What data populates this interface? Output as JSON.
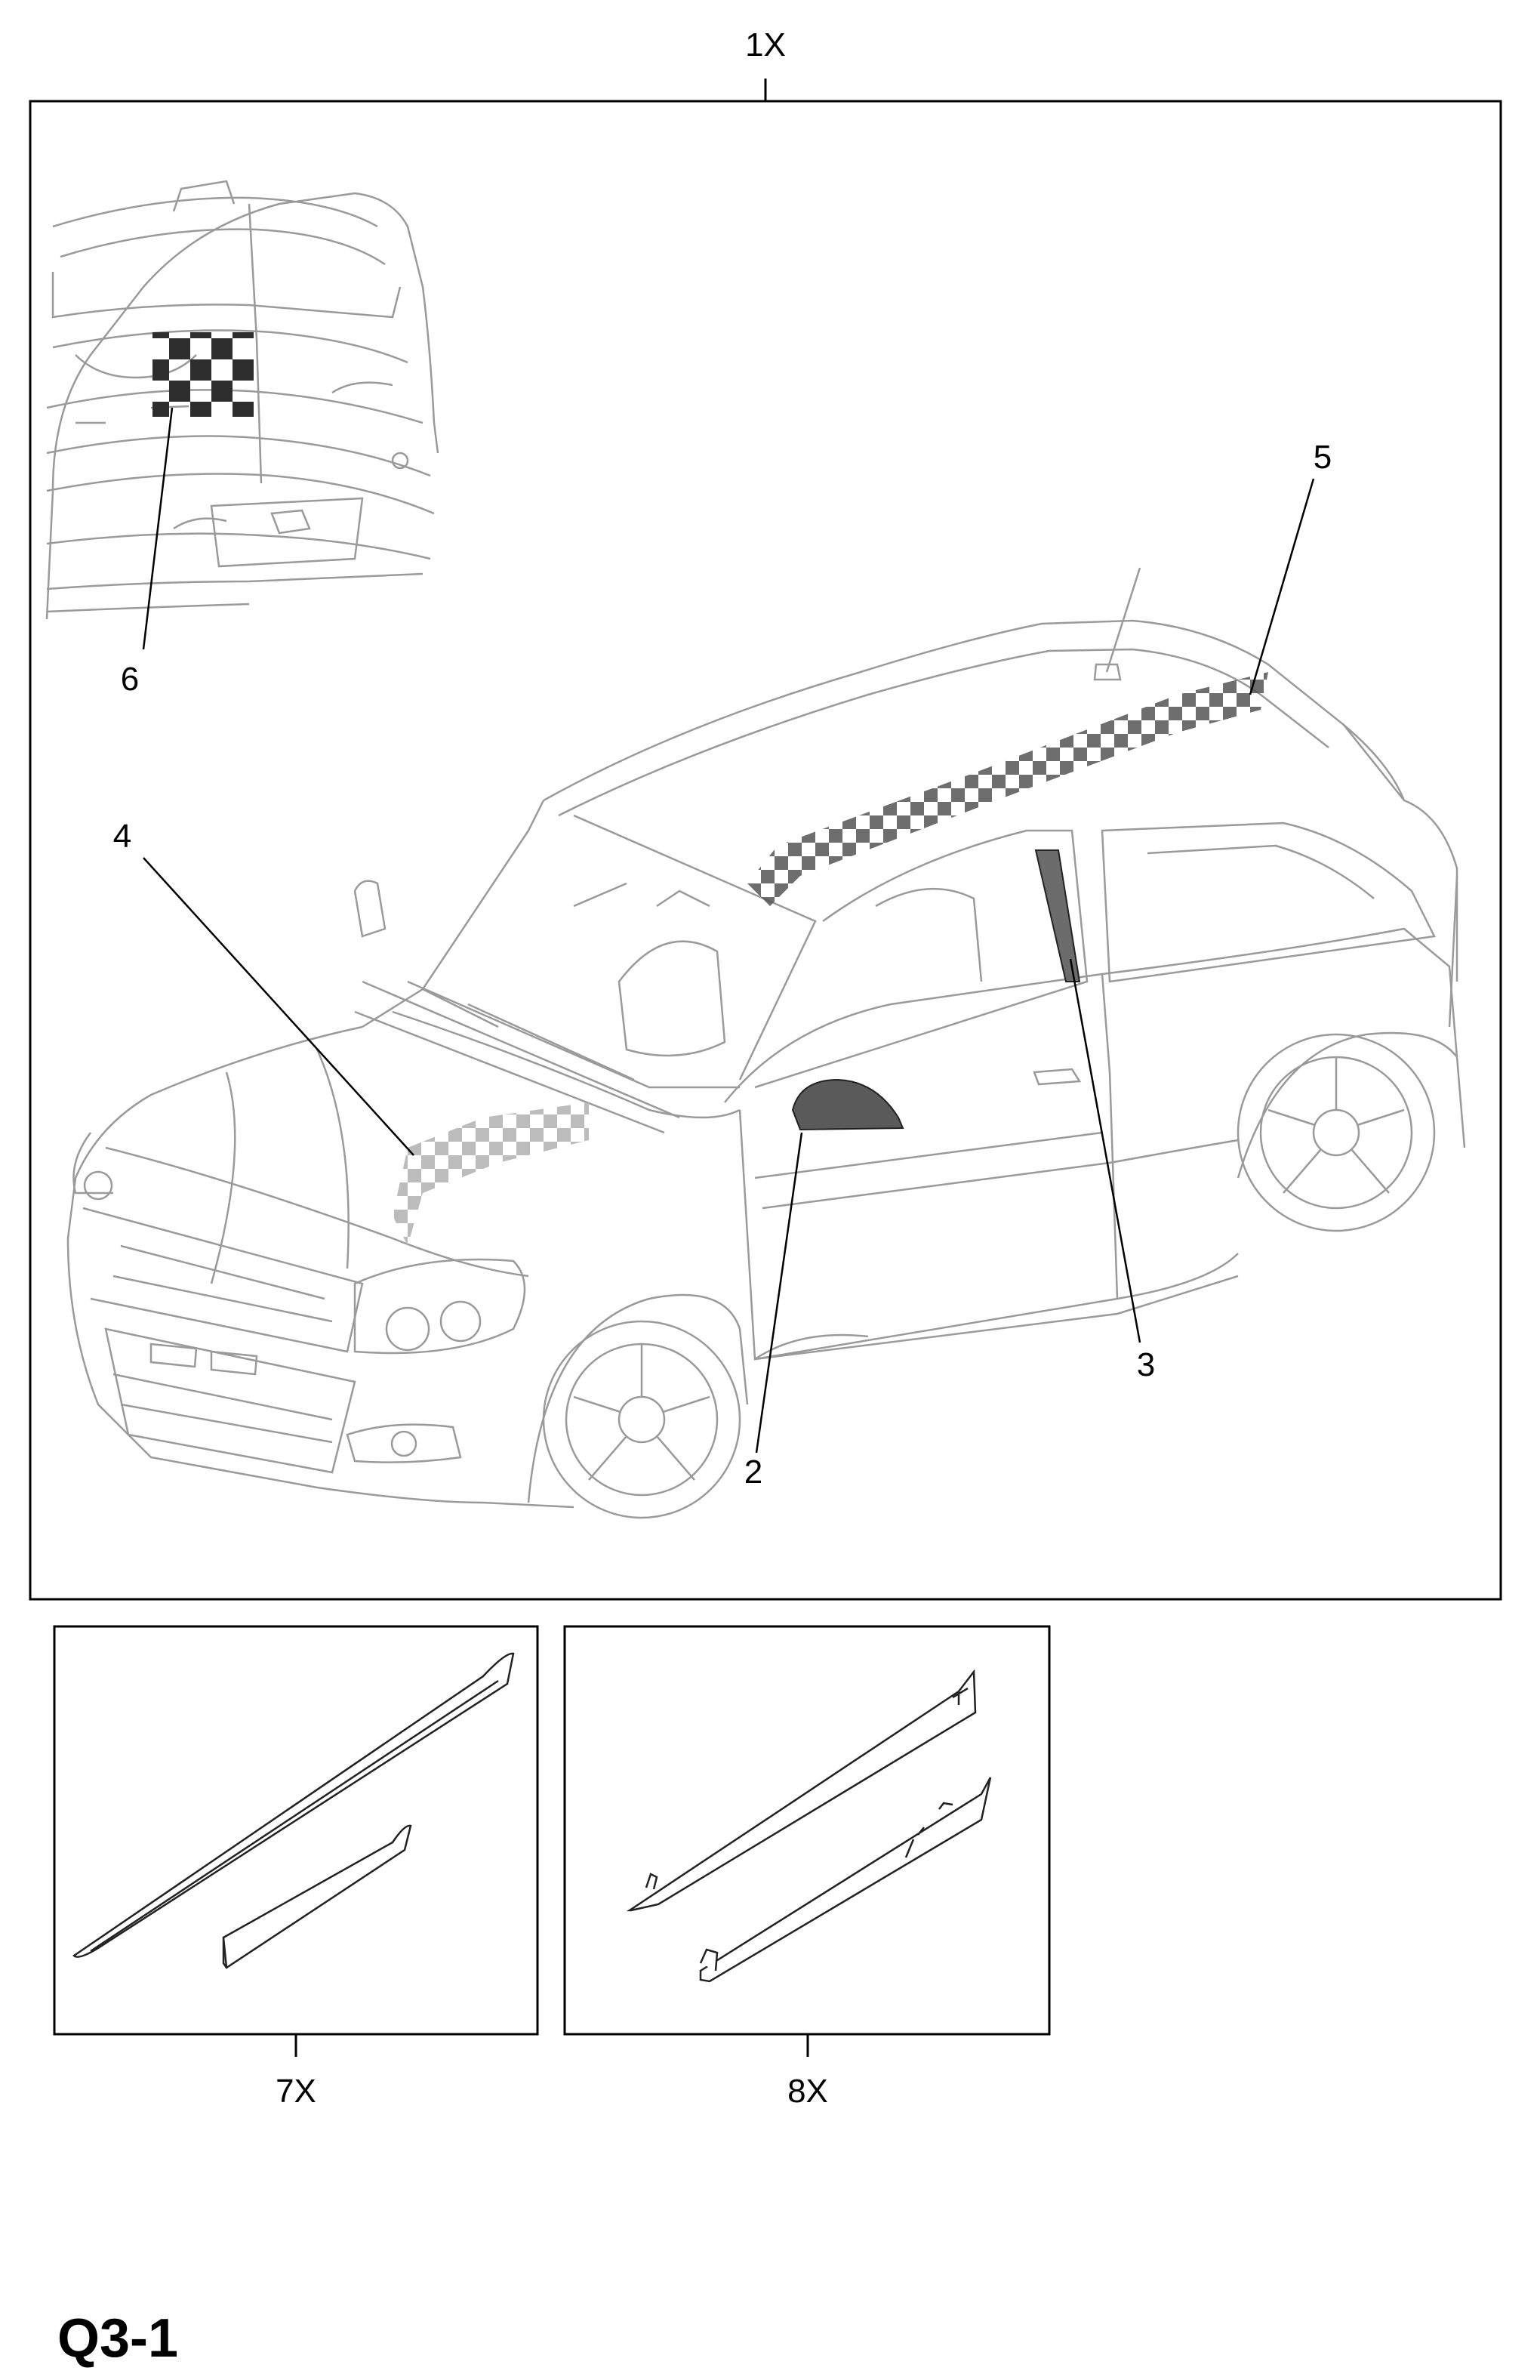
{
  "callouts": {
    "kit": "1X",
    "mirror_cover": "2",
    "pillar_decal": "3",
    "hood_decal": "4",
    "roof_decal": "5",
    "tailgate_decal": "6",
    "trim_set_a": "7X",
    "trim_set_b": "8X"
  },
  "page_code": "Q3-1",
  "colors": {
    "line": "#000000",
    "drawing": "#9a9a9a",
    "decal_dark": "#3a3a3a",
    "decal_mid": "#8a8a8a"
  }
}
